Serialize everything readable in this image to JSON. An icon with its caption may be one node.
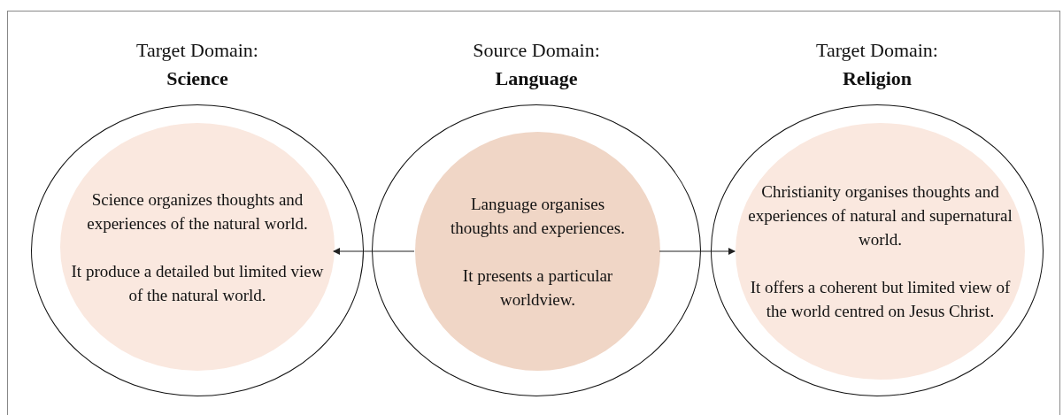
{
  "diagram": {
    "nodes": [
      {
        "text": [
          "Target Domain:",
          "Science"
        ]
      },
      {
        "text": [
          "Science organizes thoughts and experiences of the natural world.",
          "It produce a detailed but limited view of the natural world."
        ],
        "in": 0
      },
      {
        "text": [
          "Source Domain:",
          "Language"
        ]
      },
      {
        "text": [
          "Language organises thoughts and experiences.",
          "It presents a particular worldview."
        ],
        "in": 2
      },
      {
        "text": [
          "Target Domain:",
          "Religion"
        ]
      },
      {
        "text": [
          "Christianity organises thoughts and experiences of natural and supernatural world.",
          "It offers a coherent but limited view of the world centred on Jesus Christ."
        ],
        "in": 4
      }
    ],
    "edges": [
      {
        "from": 3,
        "to": 1,
        "arrow": "to"
      },
      {
        "from": 3,
        "to": 5,
        "arrow": "to"
      }
    ]
  }
}
